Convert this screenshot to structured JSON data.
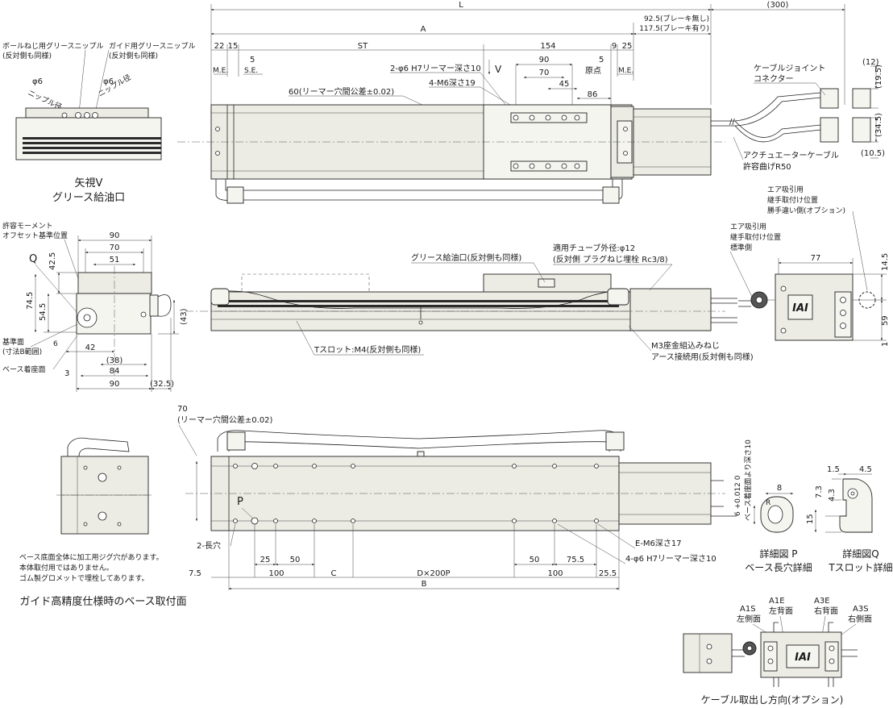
{
  "top_view": {
    "dim_L": "L",
    "dim_300": "(300)",
    "dim_A": "A",
    "dim_ST": "ST",
    "dim_154": "154",
    "dim_22": "22",
    "dim_15": "15",
    "dim_5_left": "5",
    "dim_9": "9",
    "dim_25": "25",
    "dim_5_right": "5",
    "label_ME_left": "M.E.",
    "label_SE": "S.E.",
    "label_origin": "原点",
    "label_ME_right": "M.E.",
    "brake_none": "92.5(ブレーキ無し)",
    "brake_with": "117.5(ブレーキ有り)",
    "dim_90": "90",
    "dim_70": "70",
    "dim_45": "45",
    "dim_86": "86",
    "reamer_hole": "2-φ6 H7リーマー深さ10",
    "arrow_V": "V",
    "m6_hole": "4-M6深さ19",
    "reamer_pitch": "60(リーマー穴間公差±0.02)",
    "cable_joint_1": "ケーブルジョイント",
    "cable_joint_2": "コネクター",
    "dim_12": "(12)",
    "dim_19_5": "(19.5)",
    "dim_34_5": "(34.5)",
    "dim_10_5": "(10.5)",
    "actuator_cable_1": "アクチュエーターケーブル",
    "actuator_cable_2": "許容曲げR50"
  },
  "view_v": {
    "ball_nipple_1": "ボールねじ用グリースニップル",
    "ball_nipple_2": "(反対側も同様)",
    "guide_nipple_1": "ガイド用グリースニップル",
    "guide_nipple_2": "(反対側も同様)",
    "phi6_a": "φ6",
    "nipple_dia_a": "ニップル径",
    "phi6_b": "φ6",
    "nipple_dia_b": "ニップル径",
    "title_1": "矢視V",
    "title_2": "グリース給油口"
  },
  "side_view": {
    "grease_port": "グリース給油口(反対側も同様)",
    "tube_1": "適用チューブ外径:φ12",
    "tube_2": "(反対側 プラグねじ埋栓 Rc3/8)",
    "t_slot": "Tスロット:M4(反対側も同様)",
    "m3_1": "M3座金組込みねじ",
    "m3_2": "アース接続用(反対側も同様)"
  },
  "end_view": {
    "moment_1": "許容モーメント",
    "moment_2": "オフセット基準位置",
    "dim_90_top": "90",
    "dim_70": "70",
    "dim_51": "51",
    "label_Q": "Q",
    "dim_42_5": "42.5",
    "dim_74_5": "74.5",
    "dim_54_5": "54.5",
    "dim_43": "(43)",
    "ref_1": "基準面",
    "ref_2": "(寸法B範囲)",
    "dim_6": "6",
    "dim_42": "42",
    "dim_38": "(38)",
    "base_surface": "ベース着座面",
    "dim_3": "3",
    "dim_84": "84",
    "dim_90_bottom": "90",
    "dim_32_5": "(32.5)"
  },
  "air_views": {
    "opp_1": "エア吸引用",
    "opp_2": "継手取付け位置",
    "opp_3": "勝手違い側(オプション)",
    "std_1": "エア吸引用",
    "std_2": "継手取付け位置",
    "std_3": "標準側",
    "dim_77": "77",
    "dim_14_5": "14.5",
    "dim_59": "59",
    "dim_1": "1",
    "logo": "IAI"
  },
  "base_view": {
    "pitch_1": "70",
    "pitch_2": "(リーマー穴間公差±0.02)",
    "label_P": "P",
    "slot": "2-長穴",
    "dim_25": "25",
    "dim_50_left": "50",
    "dim_7_5": "7.5",
    "dim_100_left": "100",
    "dim_C": "C",
    "dim_DP": "D×200P",
    "dim_50_right": "50",
    "dim_75_5": "75.5",
    "dim_100_right": "100",
    "dim_25_5": "25.5",
    "dim_B": "B",
    "e_m6": "E-M6深さ17",
    "reamer4": "4-φ6 H7リーマー深さ10"
  },
  "guide_view": {
    "note_1": "ベース底面全体に加工用ジグ穴があります。",
    "note_2": "本体取付用ではありません。",
    "note_3": "ゴム製グロメットで埋栓してあります。",
    "title": "ガイド高精度仕様時のベース取付面"
  },
  "detail_p": {
    "depth": "ベース着座面より深さ10",
    "tol": "6 +0.012 0",
    "dim_8": "8",
    "R": "R",
    "title_1": "詳細図 P",
    "title_2": "ベース長穴詳細"
  },
  "detail_q": {
    "dim_1_5": "1.5",
    "dim_4_5": "4.5",
    "dim_7_3": "7.3",
    "dim_4_3": "4.3",
    "dim_15": "15",
    "title_1": "詳細図Q",
    "title_2": "Tスロット詳細"
  },
  "cable_dir": {
    "a1s_1": "A1S",
    "a1s_2": "左側面",
    "a1e_1": "A1E",
    "a1e_2": "左背面",
    "a3e_1": "A3E",
    "a3e_2": "右背面",
    "a3s_1": "A3S",
    "a3s_2": "右側面",
    "logo": "IAI",
    "title": "ケーブル取出し方向(オプション)"
  }
}
